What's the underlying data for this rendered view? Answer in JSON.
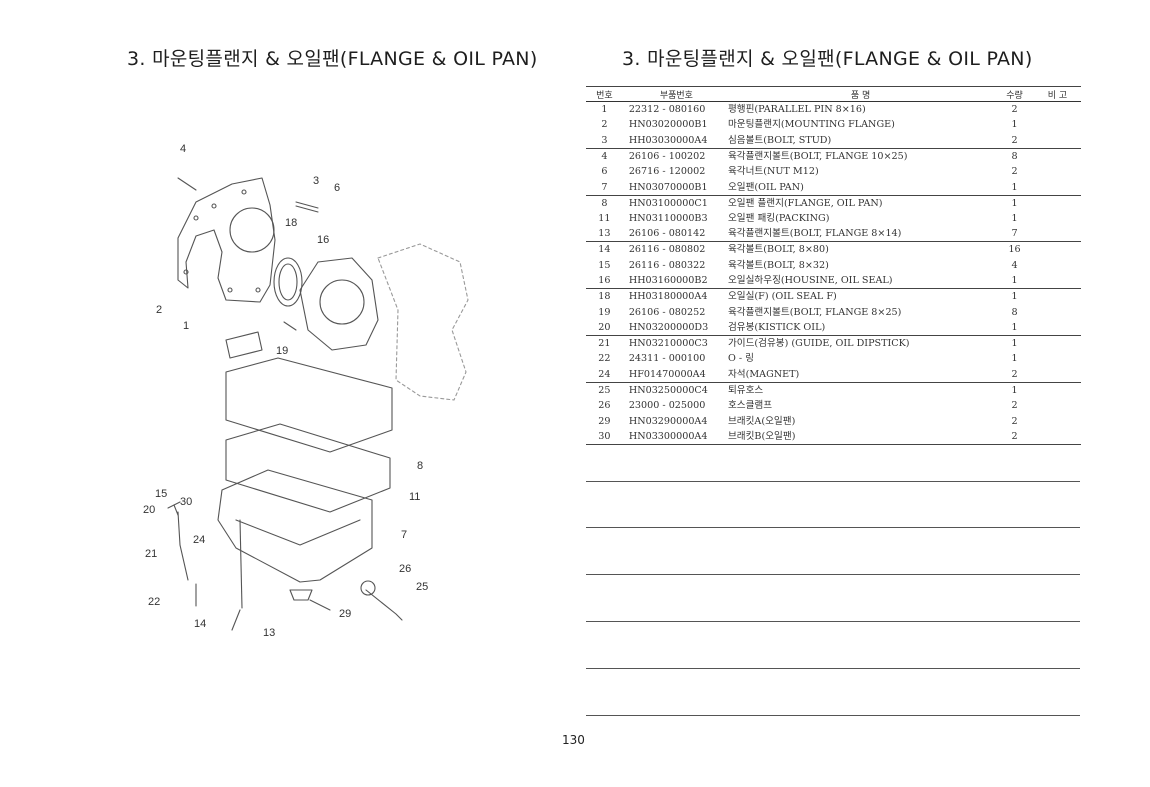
{
  "titles": {
    "left": "3. 마운팅플랜지 & 오일팬(FLANGE & OIL PAN)",
    "right": "3. 마운팅플랜지 & 오일팬(FLANGE & OIL PAN)"
  },
  "table": {
    "headers": {
      "no": "번호",
      "part_no": "부품번호",
      "description": "품        명",
      "qty": "수량",
      "note": "비  고"
    },
    "rows": [
      {
        "no": "1",
        "part_no": "22312 - 080160",
        "description": "평행핀(PARALLEL PIN 8×16)",
        "qty": "2"
      },
      {
        "no": "2",
        "part_no": "HN03020000B1",
        "description": "마운팅플랜지(MOUNTING FLANGE)",
        "qty": "1"
      },
      {
        "no": "3",
        "part_no": "HH03030000A4",
        "description": "심음볼트(BOLT, STUD)",
        "qty": "2"
      },
      {
        "no": "4",
        "part_no": "26106 - 100202",
        "description": "육각플랜지볼트(BOLT, FLANGE 10×25)",
        "qty": "8"
      },
      {
        "no": "6",
        "part_no": "26716 - 120002",
        "description": "육각너트(NUT M12)",
        "qty": "2"
      },
      {
        "no": "7",
        "part_no": "HN03070000B1",
        "description": "오일팬(OIL PAN)",
        "qty": "1"
      },
      {
        "no": "8",
        "part_no": "HN03100000C1",
        "description": "오일팬 플랜지(FLANGE, OIL PAN)",
        "qty": "1"
      },
      {
        "no": "11",
        "part_no": "HN03110000B3",
        "description": "오일팬 패킹(PACKING)",
        "qty": "1"
      },
      {
        "no": "13",
        "part_no": "26106 - 080142",
        "description": "육각플랜지볼트(BOLT, FLANGE 8×14)",
        "qty": "7"
      },
      {
        "no": "14",
        "part_no": "26116 - 080802",
        "description": "육각볼트(BOLT, 8×80)",
        "qty": "16"
      },
      {
        "no": "15",
        "part_no": "26116 - 080322",
        "description": "육각볼트(BOLT, 8×32)",
        "qty": "4"
      },
      {
        "no": "16",
        "part_no": "HH03160000B2",
        "description": "오일실하우징(HOUSINE, OIL SEAL)",
        "qty": "1"
      },
      {
        "no": "18",
        "part_no": "HH03180000A4",
        "description": "오일실(F) (OIL SEAL F)",
        "qty": "1"
      },
      {
        "no": "19",
        "part_no": "26106 - 080252",
        "description": "육각플랜지볼트(BOLT, FLANGE 8×25)",
        "qty": "8"
      },
      {
        "no": "20",
        "part_no": "HN03200000D3",
        "description": "검유봉(KISTICK OIL)",
        "qty": "1"
      },
      {
        "no": "21",
        "part_no": "HN03210000C3",
        "description": "가이드(검유봉) (GUIDE, OIL DIPSTICK)",
        "qty": "1"
      },
      {
        "no": "22",
        "part_no": "24311 - 000100",
        "description": "O - 링",
        "qty": "1"
      },
      {
        "no": "24",
        "part_no": "HF01470000A4",
        "description": "자석(MAGNET)",
        "qty": "2"
      },
      {
        "no": "25",
        "part_no": "HN03250000C4",
        "description": "퇴유호스",
        "qty": "1"
      },
      {
        "no": "26",
        "part_no": "23000 - 025000",
        "description": "호스클램프",
        "qty": "2"
      },
      {
        "no": "29",
        "part_no": "HN03290000A4",
        "description": "브래킷A(오일팬)",
        "qty": "2"
      },
      {
        "no": "30",
        "part_no": "HN03300000A4",
        "description": "브래킷B(오일팬)",
        "qty": "2"
      }
    ]
  },
  "diagram": {
    "callouts": [
      "4",
      "3",
      "6",
      "18",
      "16",
      "2",
      "1",
      "19",
      "8",
      "15",
      "30",
      "11",
      "20",
      "24",
      "7",
      "21",
      "26",
      "25",
      "22",
      "29",
      "14",
      "13"
    ]
  },
  "page_number": "130"
}
